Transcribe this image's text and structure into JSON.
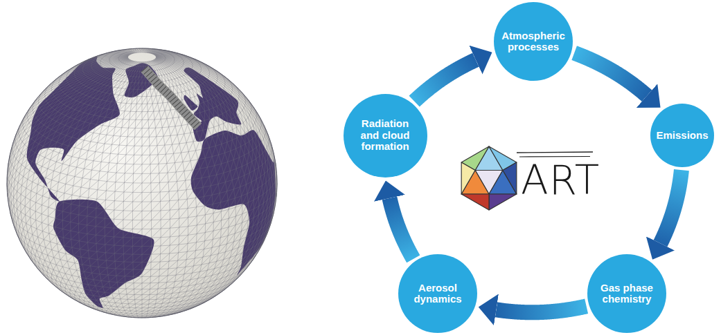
{
  "diagram": {
    "nodes": [
      {
        "text": [
          "Atmospheric processes"
        ]
      },
      {
        "text": [
          "Emissions"
        ]
      },
      {
        "text": [
          "Gas phase chemistry"
        ]
      },
      {
        "text": [
          "Aerosol dynamics"
        ]
      },
      {
        "text": [
          "Radiation and cloud formation"
        ]
      }
    ],
    "edges": [
      {
        "from": 0,
        "to": 1,
        "arrow": "to"
      },
      {
        "from": 1,
        "to": 2,
        "arrow": "to"
      },
      {
        "from": 2,
        "to": 3,
        "arrow": "to"
      },
      {
        "from": 3,
        "to": 4,
        "arrow": "to"
      },
      {
        "from": 4,
        "to": 0,
        "arrow": "to"
      }
    ],
    "labels": [
      "ART"
    ]
  }
}
